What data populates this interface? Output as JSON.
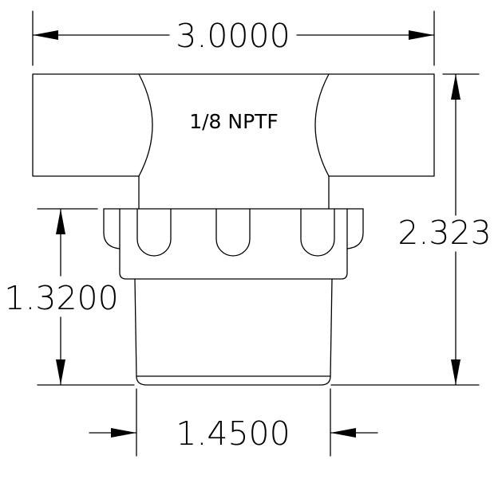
{
  "drawing": {
    "part_label": "1/8 NPTF",
    "dimensions": {
      "overall_width": "3.0000",
      "overall_height": "2.323",
      "lower_height": "1.3200",
      "base_width": "1.4500"
    }
  }
}
